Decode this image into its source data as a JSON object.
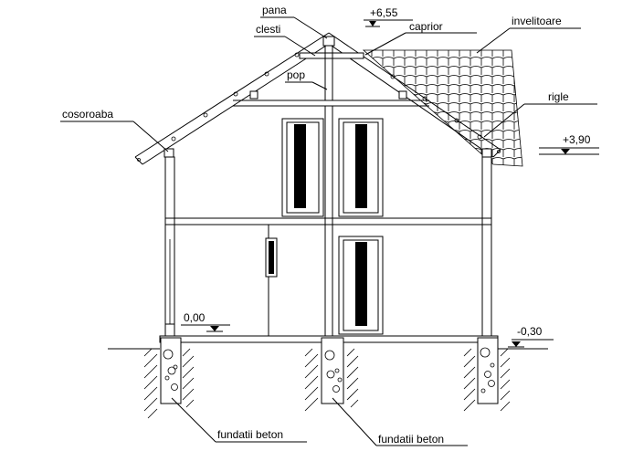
{
  "labels": {
    "pana": "pana",
    "clesti": "clesti",
    "caprior": "caprior",
    "invelitoare": "invelitoare",
    "pop": "pop",
    "rigle": "rigle",
    "cosoroaba": "cosoroaba",
    "fundatii_left": "fundatii beton",
    "fundatii_right": "fundatii beton"
  },
  "levels": {
    "ridge": "+6,55",
    "eaves": "+3,90",
    "floor": "0,00",
    "ground": "-0,30"
  },
  "colors": {
    "line": "#000000",
    "background": "#ffffff"
  }
}
